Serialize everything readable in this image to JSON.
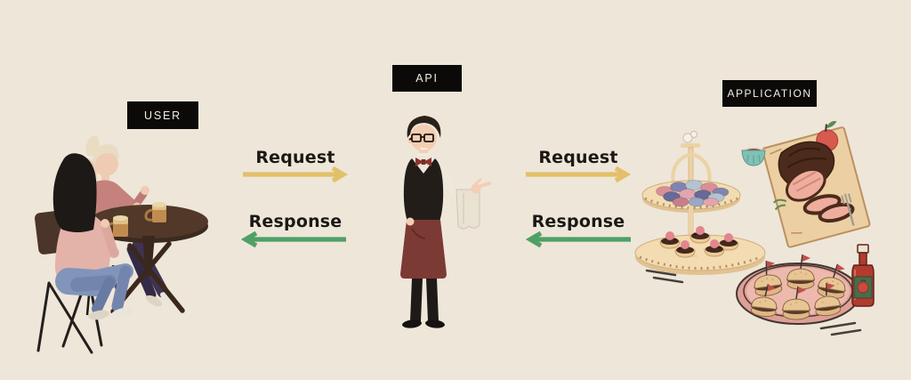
{
  "diagram": {
    "nodes": {
      "user": {
        "label": "USER"
      },
      "api": {
        "label": "API"
      },
      "application": {
        "label": "APPLICATION"
      }
    },
    "flows": {
      "user_api": {
        "request": "Request",
        "response": "Response"
      },
      "api_application": {
        "request": "Request",
        "response": "Response"
      }
    }
  },
  "colors": {
    "background": "#EEE6D9",
    "label_box_bg": "#0C0A08",
    "label_box_text": "#F2EDE3",
    "request_arrow": "#E2C06A",
    "response_arrow": "#4FA066",
    "flow_text": "#1B1815"
  }
}
